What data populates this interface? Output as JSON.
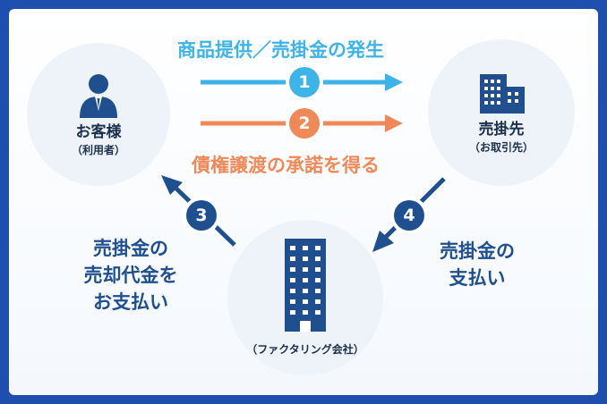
{
  "colors": {
    "frame_bg": "#1f4fae",
    "flow_blue": "#3eb3e8",
    "flow_orange": "#f0895a",
    "badge_navy": "#1f4f8f",
    "text_dark": "#1c2f4d"
  },
  "nodes": {
    "customer": {
      "name": "お客様",
      "sub": "（利用者）",
      "icon": "person-icon"
    },
    "seller": {
      "name": "売掛先",
      "sub": "（お取引先）",
      "icon": "building-icon"
    },
    "factoring": {
      "sub": "（ファクタリング会社）",
      "icon": "tower-building-icon"
    }
  },
  "flows": {
    "step1": {
      "number": "1",
      "label": "商品提供／売掛金の発生"
    },
    "step2": {
      "number": "2",
      "label": "債権譲渡の承諾を得る"
    },
    "step3": {
      "number": "3",
      "lines": [
        "売掛金の",
        "売却代金を",
        "お支払い"
      ]
    },
    "step4": {
      "number": "4",
      "lines": [
        "売掛金の",
        "支払い"
      ]
    }
  }
}
